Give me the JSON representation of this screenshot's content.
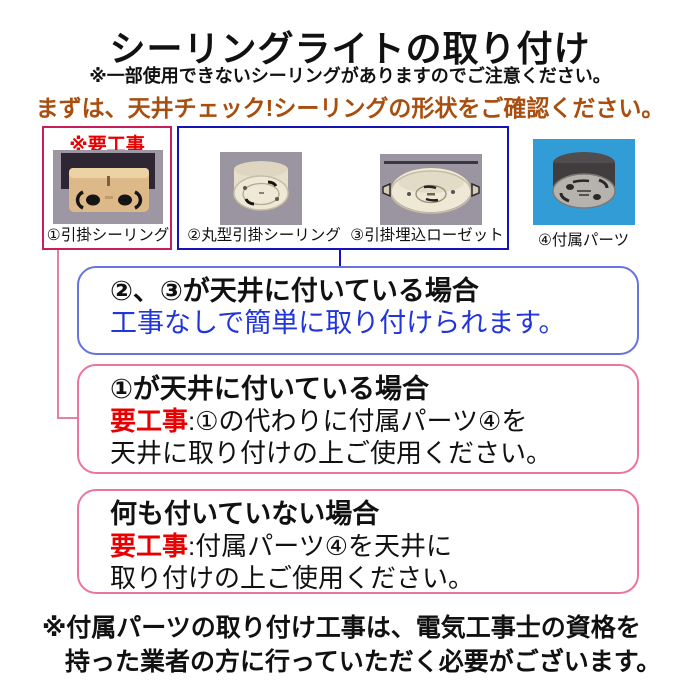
{
  "page": {
    "title": "シーリングライトの取り付け",
    "subtitle": "※一部使用できないシーリングがありますのでご注意ください。",
    "check_heading": "まずは、天井チェック!シーリングの形状をご確認ください。"
  },
  "diagram": {
    "needs_work_badge": "※要工事",
    "items": [
      {
        "label": "①引掛シーリング"
      },
      {
        "label": "②丸型引掛シーリング"
      },
      {
        "label": "③引掛埋込ローゼット"
      },
      {
        "label": "④付属パーツ"
      }
    ]
  },
  "cases": [
    {
      "title": "②、③が天井に付いている場合",
      "body": "工事なしで簡単に取り付けられます。"
    },
    {
      "title": "①が天井に付いている場合",
      "req_label": "要工事",
      "body_rest": ":①の代わりに付属パーツ④を",
      "body_line2": "天井に取り付けの上ご使用ください。"
    },
    {
      "title": "何も付いていない場合",
      "req_label": "要工事",
      "body_rest": ":付属パーツ④を天井に",
      "body_line2": "取り付けの上ご使用ください。"
    }
  ],
  "footer": {
    "line1": "※付属パーツの取り付け工事は、電気工事士の資格を",
    "line2": "持った業者の方に行っていただく必要がございます。"
  },
  "colors": {
    "needs_work_border": "#c81e5e",
    "no_work_border": "#1313b8",
    "case1_border": "#6673e0",
    "case23_border": "#ec74a0",
    "connector_pink": "#e77fa5",
    "red_text": "#e80000",
    "blue_text": "#2135d8",
    "brown_heading": "#a84e0e",
    "photo_bg_gray": "#9b94a1",
    "photo_bg_blue": "#319cd6"
  }
}
